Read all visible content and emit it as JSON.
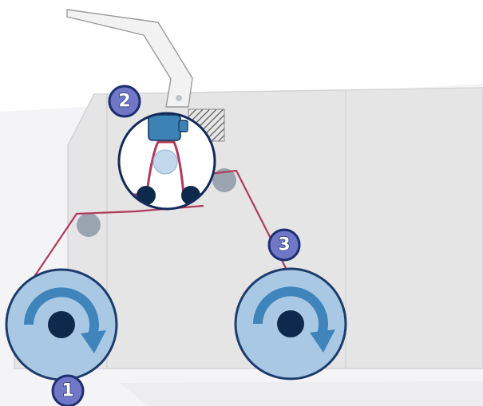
{
  "diagram": {
    "badges": [
      {
        "id": "unwind",
        "label": "1"
      },
      {
        "id": "print",
        "label": "2"
      },
      {
        "id": "rewind",
        "label": "3"
      }
    ]
  },
  "colors": {
    "badge_fill": "#6f77c6",
    "badge_border": "#1d2f72",
    "web_line": "#b03a5b",
    "roll_fill": "#a9c8e4",
    "roll_border": "#1d3c6c",
    "hub": "#0d2a4d",
    "rotation_arrow": "#3f85bb",
    "machine_body": "#e5e5e6",
    "guide_roller": "#9aa5af",
    "print_head": "#3c82b4"
  },
  "icons": [
    "rotation-arrow-icon",
    "print-head-icon",
    "ribbon-hatch-icon"
  ]
}
